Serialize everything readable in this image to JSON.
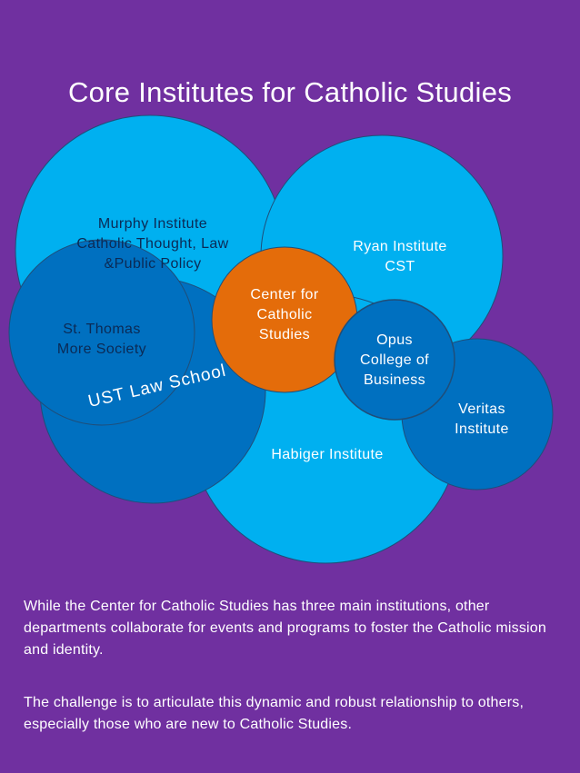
{
  "title": "Core Institutes for Catholic Studies",
  "colors": {
    "background": "#7030A0",
    "light_blue": "#00B0F0",
    "dark_blue": "#0070C0",
    "orange": "#E46C0A",
    "circle_border": "#1F4E79"
  },
  "circles": {
    "murphy": "Murphy Institute\nCatholic Thought, Law\n&Public Policy",
    "ryan": "Ryan Institute\nCST",
    "center": "Center for\nCatholic\nStudies",
    "st_thomas_more": "St. Thomas\nMore Society",
    "law_school": "UST Law School",
    "opus": "Opus\nCollege of\nBusiness",
    "veritas": "Veritas\nInstitute",
    "habiger": "Habiger Institute"
  },
  "paragraphs": [
    "While the Center for Catholic Studies has three main institutions, other departments collaborate for events and programs to foster the Catholic mission and identity.",
    "The challenge is to articulate this dynamic and robust relationship to others, especially those who are new to Catholic Studies."
  ]
}
